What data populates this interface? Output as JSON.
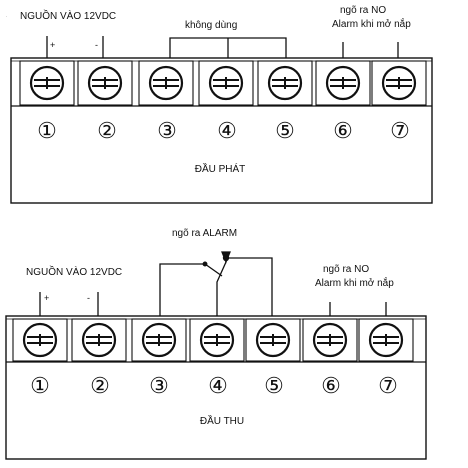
{
  "transmitter": {
    "power_label": "NGUỒN VÀO 12VDC",
    "plus": "+",
    "minus": "-",
    "unused_label": "không dùng",
    "no_output_label": "ngõ ra NO",
    "alarm_open_label": "Alarm khi mở nắp",
    "unit_label": "ĐẦU PHÁT",
    "terminals": [
      "①",
      "②",
      "③",
      "④",
      "⑤",
      "⑥",
      "⑦"
    ]
  },
  "receiver": {
    "alarm_output_label": "ngõ ra ALARM",
    "power_label": "NGUỒN VÀO 12VDC",
    "plus": "+",
    "minus": "-",
    "no_output_label": "ngõ ra NO",
    "alarm_open_label": "Alarm khi mở nắp",
    "unit_label": "ĐẦU THU",
    "terminals": [
      "①",
      "②",
      "③",
      "④",
      "⑤",
      "⑥",
      "⑦"
    ]
  },
  "colors": {
    "line": "#111111",
    "background": "#ffffff"
  }
}
